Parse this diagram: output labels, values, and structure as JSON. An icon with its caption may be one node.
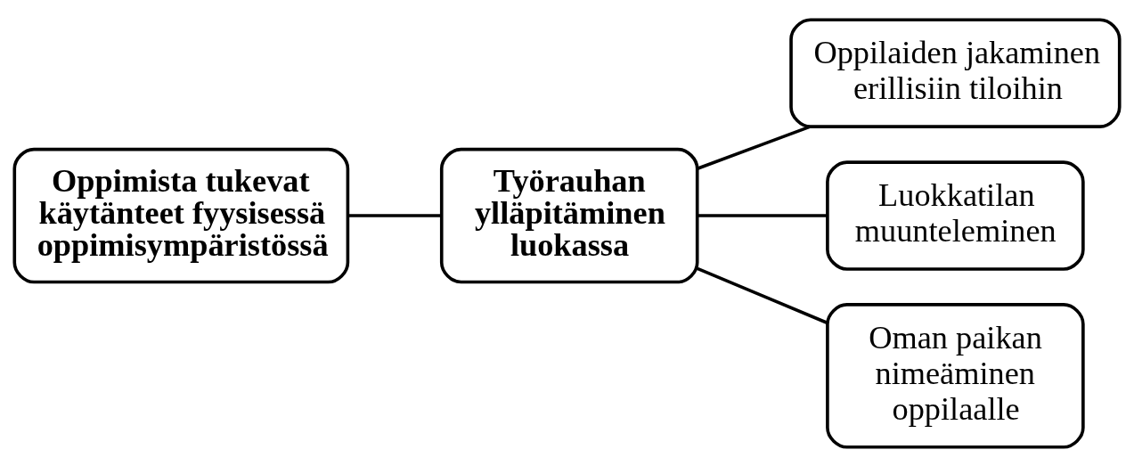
{
  "diagram": {
    "nodes": [
      {
        "text": [
          "Oppimista tukevat käytänteet fyysisessä oppimisympäristössä"
        ]
      },
      {
        "text": [
          "Työrauhan ylläpitäminen luokassa"
        ]
      },
      {
        "text": [
          "Oppilaiden jakaminen erillisiin tiloihin"
        ]
      },
      {
        "text": [
          "Luokkatilan muunteleminen"
        ]
      },
      {
        "text": [
          "Oman paikan nimeäminen oppilaalle"
        ]
      }
    ],
    "edges": [
      {
        "from": 0,
        "to": 1,
        "arrow": "none"
      },
      {
        "from": 1,
        "to": 2,
        "arrow": "none"
      },
      {
        "from": 1,
        "to": 3,
        "arrow": "none"
      },
      {
        "from": 1,
        "to": 4,
        "arrow": "none"
      }
    ]
  }
}
